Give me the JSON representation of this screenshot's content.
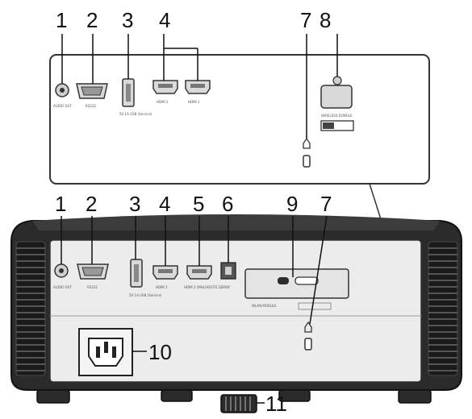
{
  "diagram": {
    "callouts_top": [
      "1",
      "2",
      "3",
      "4",
      "7",
      "8"
    ],
    "callouts_bottom": [
      "1",
      "2",
      "3",
      "4",
      "5",
      "6",
      "9",
      "7",
      "10",
      "11"
    ],
    "port_labels_top": {
      "audio_out": "AUDIO OUT",
      "rs232": "RS232",
      "usb": "5V 1A USB (Service)",
      "hdmi2": "HDMI 2",
      "hdmi1": "HDMI 1",
      "wireless_dongle": "WIRELESS DONGLE"
    },
    "port_labels_bottom": {
      "audio_out": "AUDIO OUT",
      "rs232": "RS232",
      "usb": "5V 1A USB (Service)",
      "hdmi1": "HDMI 1",
      "hdmi2": "HDMI 2 (MHL/HDCP2.2)",
      "spdif": "SPDIF",
      "wireless_module": "WLAN MODULE"
    },
    "colors": {
      "line": "#222222",
      "panel": "#ffffff",
      "body": "#e9e9e9",
      "body_dark": "#2b2b2b",
      "port": "#d9d9d9"
    }
  }
}
